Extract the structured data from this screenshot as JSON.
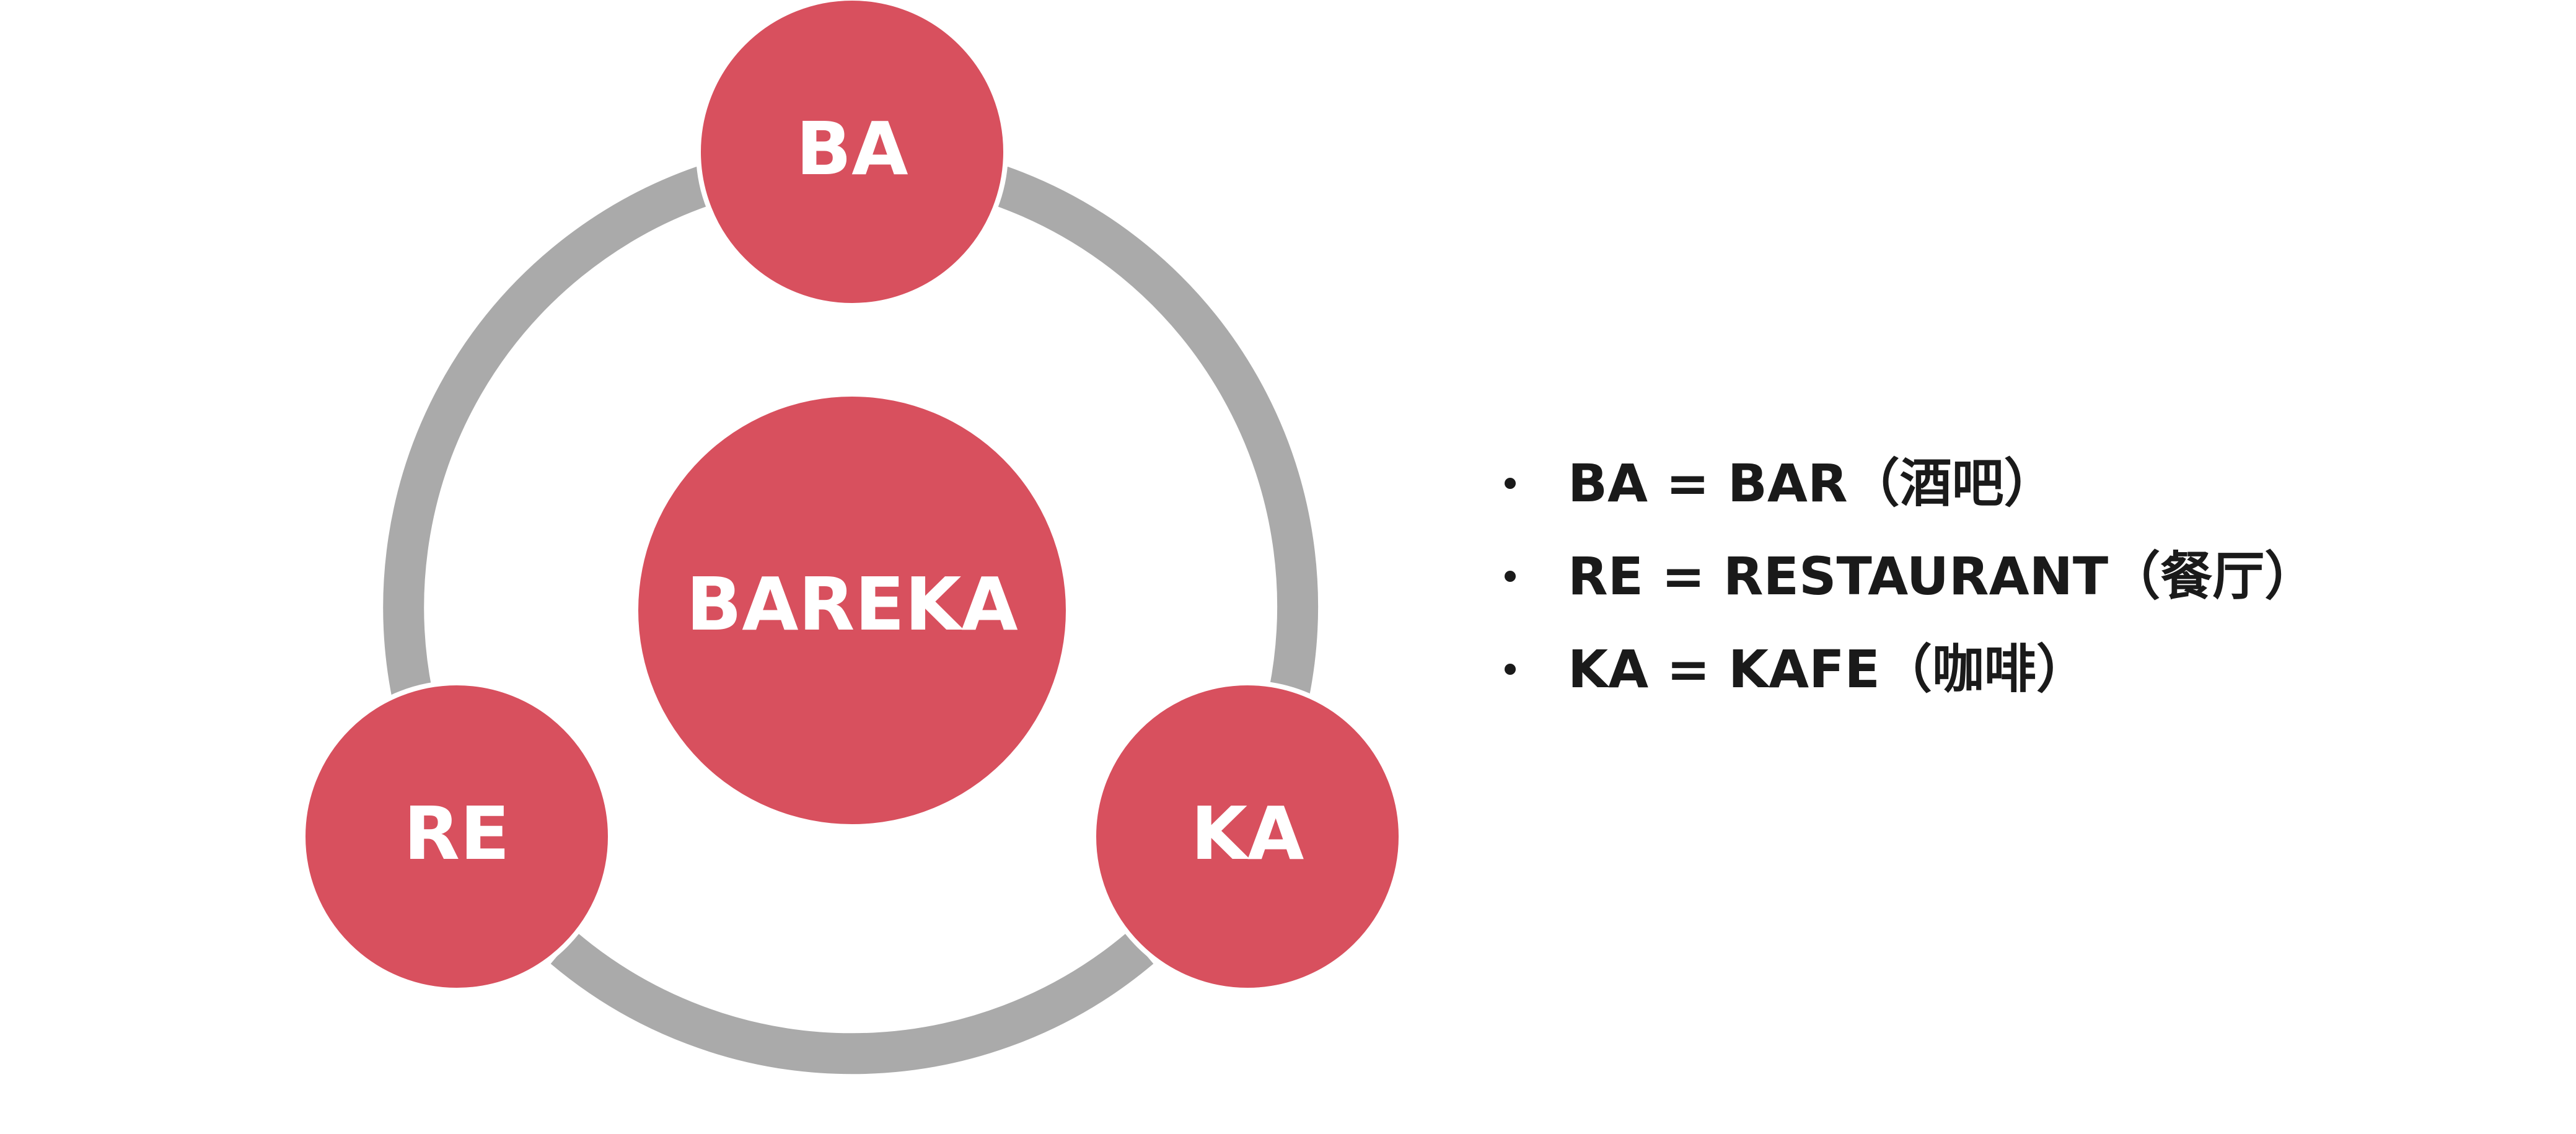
{
  "colors": {
    "node_fill": "#d8505e",
    "ring": "#aaaaaa",
    "node_text": "#ffffff",
    "legend_text": "#1a1a1a"
  },
  "nodes": {
    "center": "BAREKA",
    "top": "BA",
    "left": "RE",
    "right": "KA"
  },
  "legend": [
    "BA = BAR（酒吧）",
    "RE = RESTAURANT（餐厅）",
    "KA = KAFE（咖啡）"
  ]
}
